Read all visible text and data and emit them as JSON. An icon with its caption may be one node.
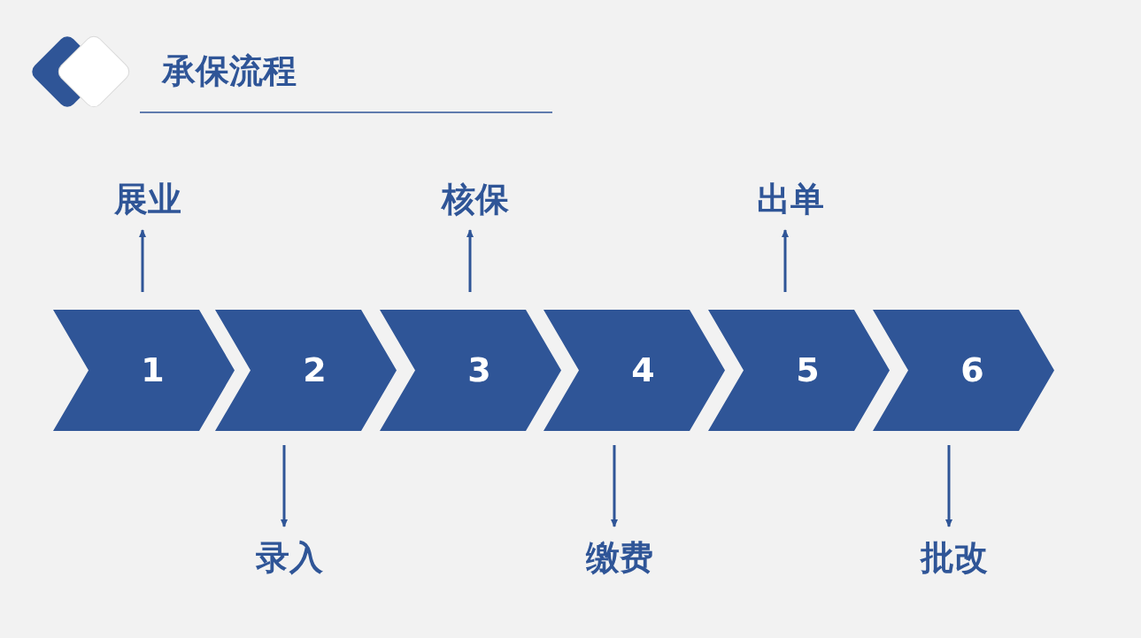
{
  "diagram": {
    "title": "承保流程",
    "nodes": [
      {
        "text": [
          "1"
        ]
      },
      {
        "text": [
          "2"
        ]
      },
      {
        "text": [
          "3"
        ]
      },
      {
        "text": [
          "4"
        ]
      },
      {
        "text": [
          "5"
        ]
      },
      {
        "text": [
          "6"
        ]
      },
      {
        "text": [
          "展业"
        ]
      },
      {
        "text": [
          "录入"
        ]
      },
      {
        "text": [
          "核保"
        ]
      },
      {
        "text": [
          "缴费"
        ]
      },
      {
        "text": [
          "出单"
        ]
      },
      {
        "text": [
          "批改"
        ]
      }
    ],
    "edges": [
      {
        "from": 0,
        "to": 6,
        "arrow": "to"
      },
      {
        "from": 1,
        "to": 7,
        "arrow": "to"
      },
      {
        "from": 2,
        "to": 8,
        "arrow": "to"
      },
      {
        "from": 3,
        "to": 9,
        "arrow": "to"
      },
      {
        "from": 4,
        "to": 10,
        "arrow": "to"
      },
      {
        "from": 5,
        "to": 11,
        "arrow": "to"
      }
    ]
  }
}
